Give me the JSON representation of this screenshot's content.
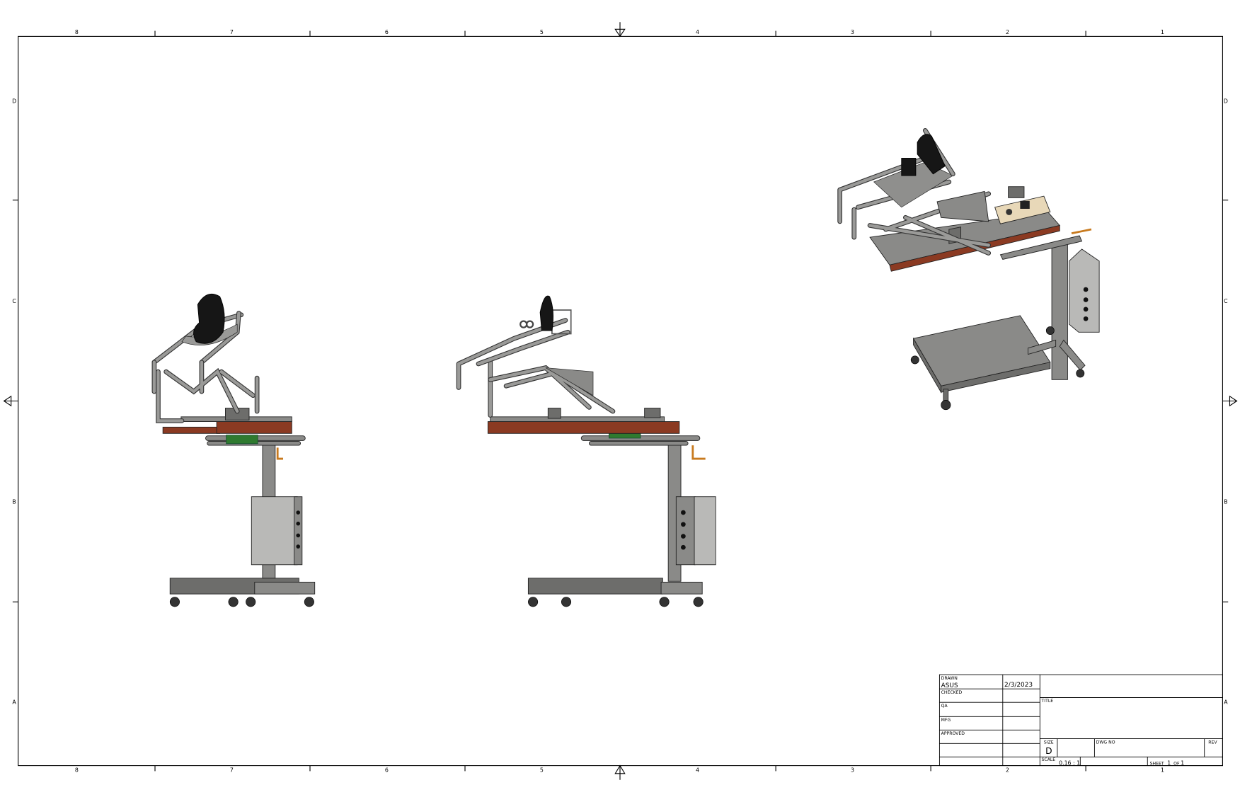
{
  "sheet": {
    "zones_columns": [
      "8",
      "7",
      "6",
      "5",
      "4",
      "3",
      "2",
      "1"
    ],
    "zones_rows": [
      "D",
      "C",
      "B",
      "A"
    ]
  },
  "title_block": {
    "drawn_label": "DRAWN",
    "drawn_by": "ASUS",
    "drawn_date": "2/3/2023",
    "checked_label": "CHECKED",
    "qa_label": "QA",
    "mfg_label": "MFG",
    "approved_label": "APPROVED",
    "title_label": "TITLE",
    "size_label": "SIZE",
    "size_value": "D",
    "dwg_no_label": "DWG NO",
    "rev_label": "REV",
    "scale_label": "SCALE",
    "scale_value": "0.16 : 1",
    "sheet_label": "SHEET",
    "sheet_number": "1",
    "of_label": "OF",
    "sheet_total": "1"
  },
  "colors": {
    "frame": "#8a8a88",
    "platform": "#8b3a22",
    "support": "#161616",
    "gear": "#2f7a2f",
    "crank": "#c87a1e",
    "control_box": "#e8d8b8"
  }
}
